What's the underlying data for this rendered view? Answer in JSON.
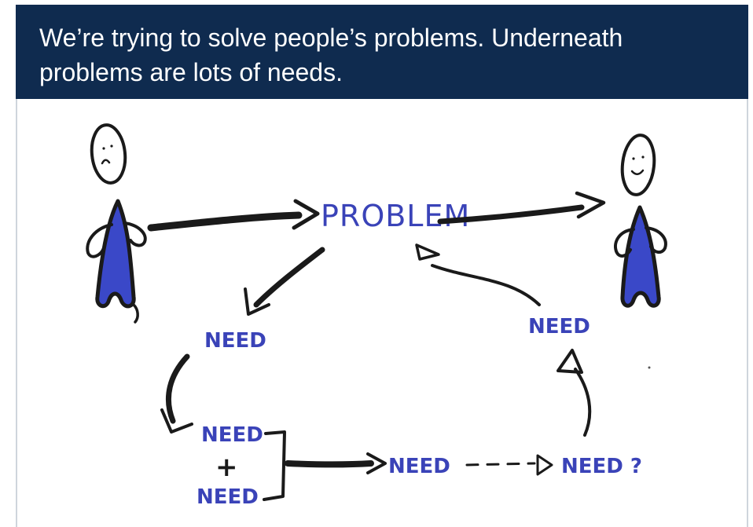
{
  "header": {
    "text": "We’re trying to solve people’s problems. Underneath problems are lots of needs."
  },
  "diagram": {
    "problem_label": "PROBLEM",
    "need_left": "NEED",
    "need_right": "NEED",
    "need_combo_top": "NEED",
    "need_combo_plus": "+",
    "need_combo_bottom": "NEED",
    "need_middle": "NEED",
    "need_unknown": "NEED ?",
    "colors": {
      "banner": "#0f2b4f",
      "ink": "#1a1a1a",
      "label_blue": "#3a43b8",
      "body_fill": "#3a48c8"
    }
  }
}
